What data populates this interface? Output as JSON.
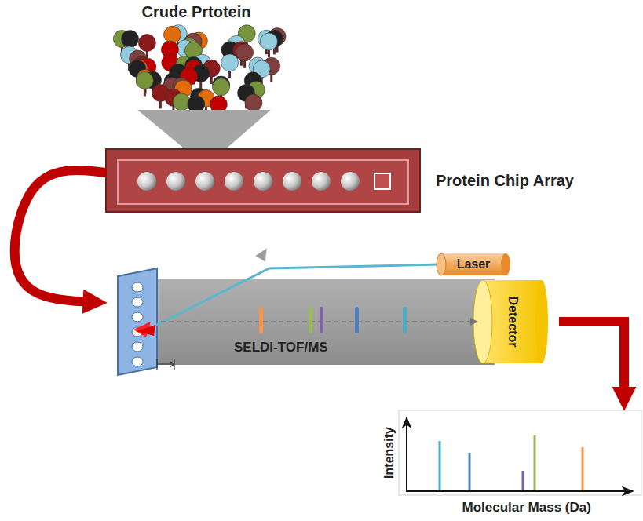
{
  "diagram": {
    "nodes": [
      {
        "text": [
          "Protein Chip Array"
        ]
      },
      {
        "text": [
          "SELDI-TOF/MS"
        ]
      },
      {
        "text": [
          "Laser"
        ]
      },
      {
        "text": [
          "Detector"
        ],
        "in": 1
      },
      {
        "text": [
          "Intensity",
          "Molecular Mass (Da)"
        ]
      }
    ],
    "edges": [
      {
        "from": 0,
        "to": 1,
        "arrow": "to"
      },
      {
        "from": 1,
        "to": 4,
        "arrow": "to"
      }
    ],
    "labels": [
      "Crude Prtotein"
    ]
  }
}
